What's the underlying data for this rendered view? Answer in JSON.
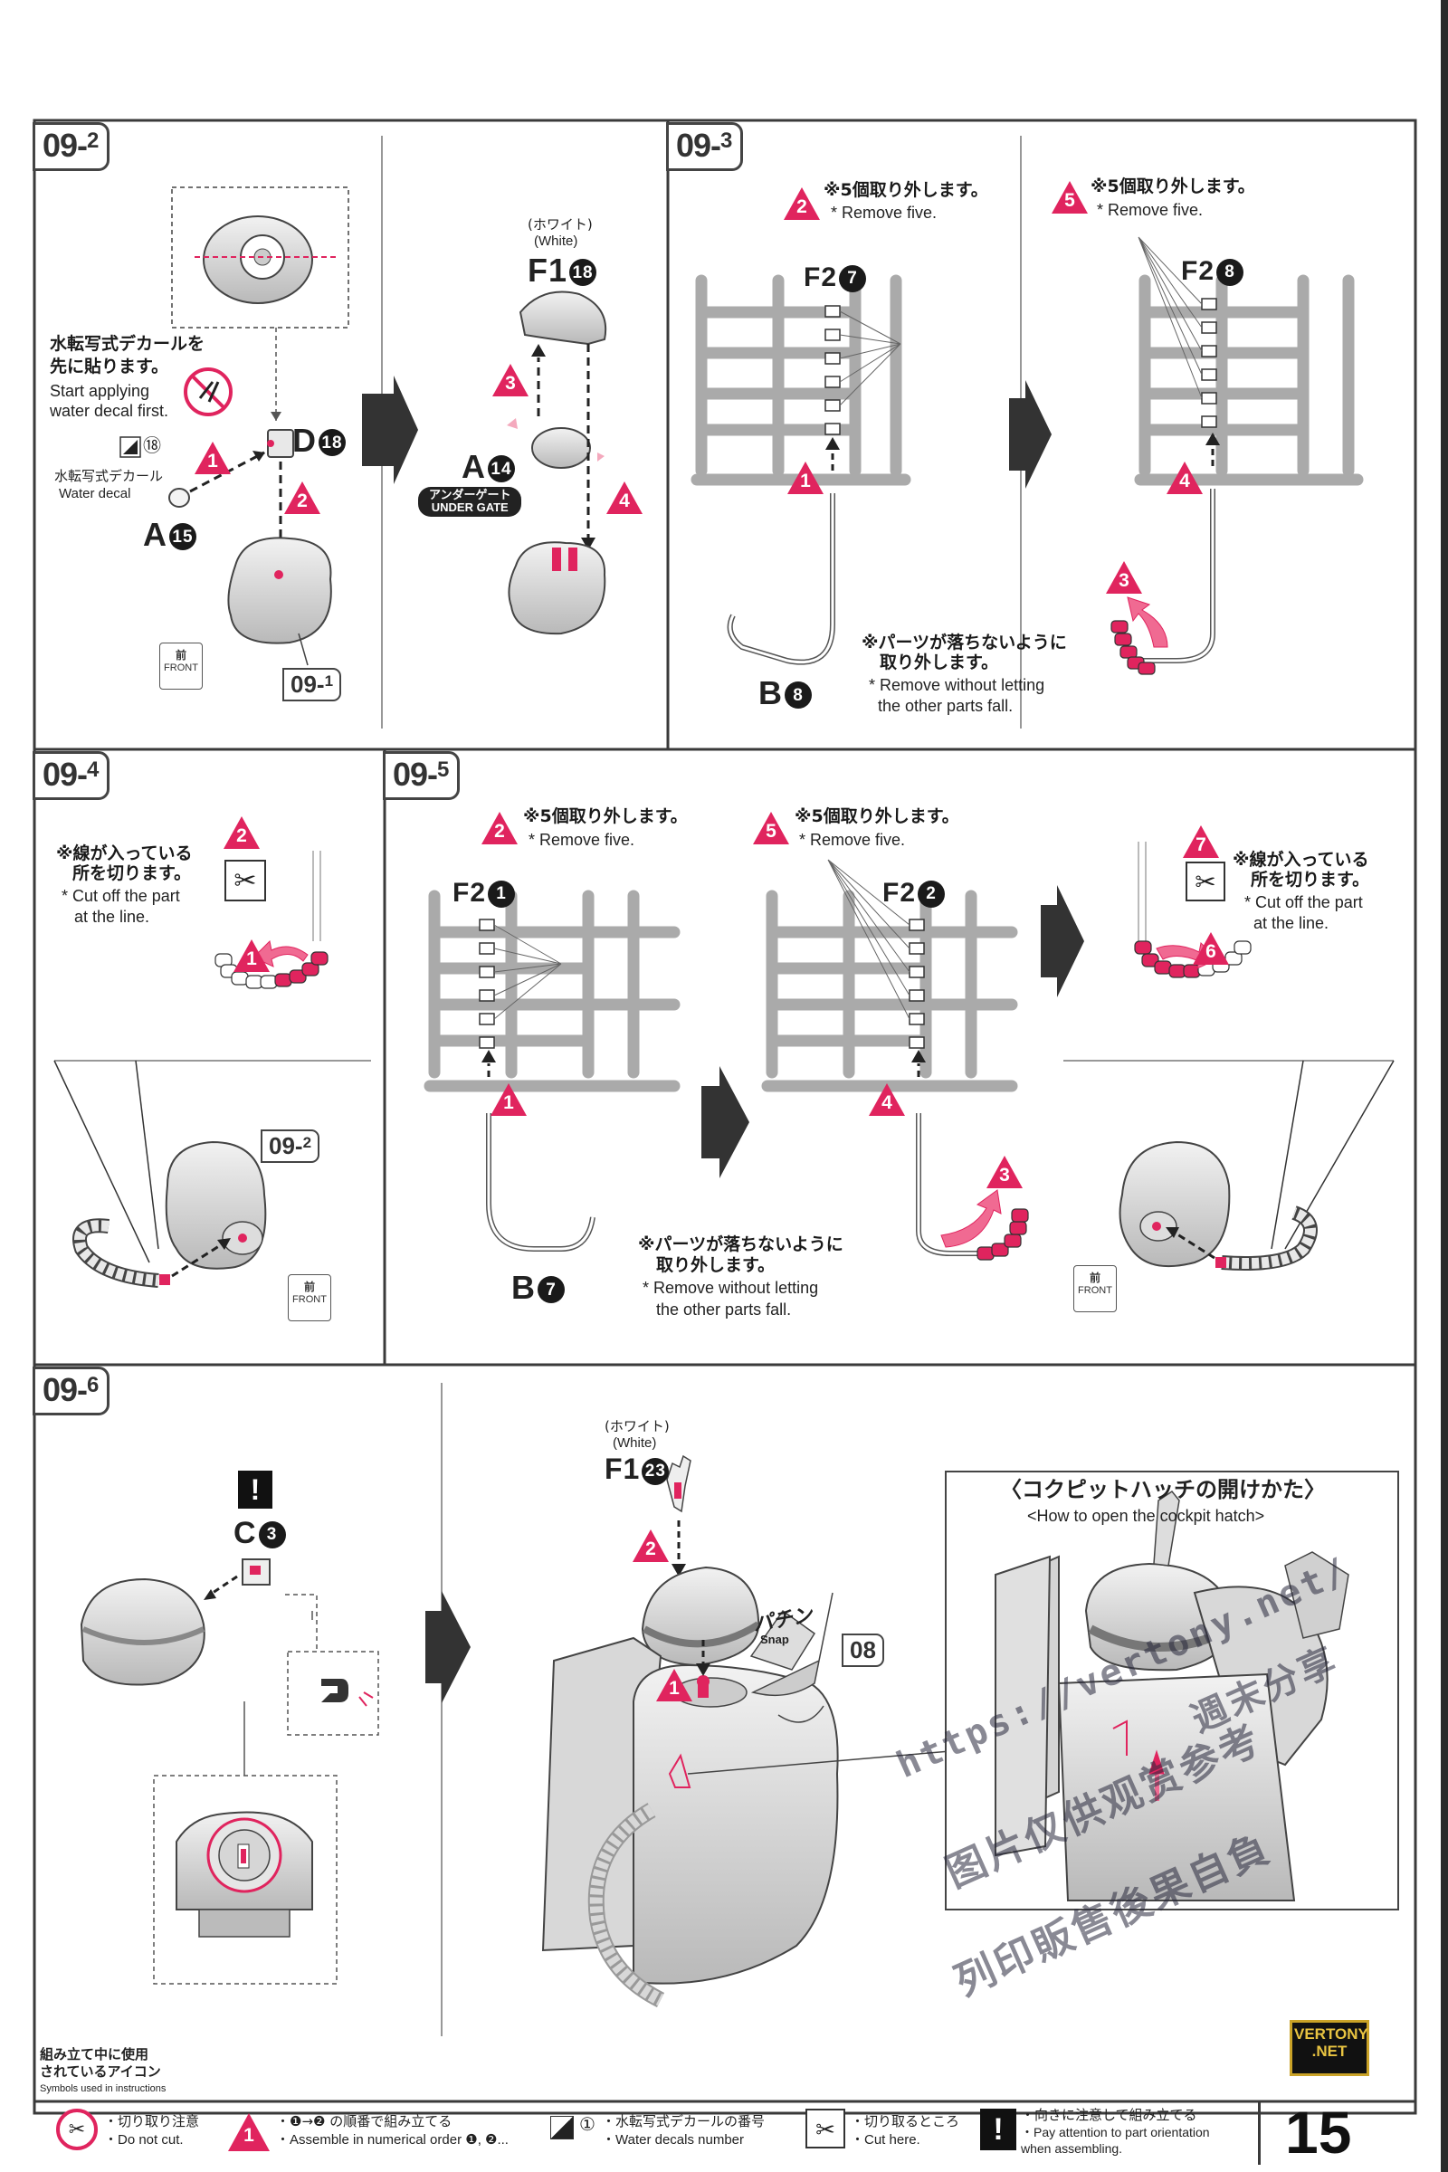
{
  "page_number": "15",
  "sections": {
    "s09_2": {
      "label": "09-",
      "sub": "2"
    },
    "s09_3": {
      "label": "09-",
      "sub": "3"
    },
    "s09_4": {
      "label": "09-",
      "sub": "4"
    },
    "s09_5": {
      "label": "09-",
      "sub": "5"
    },
    "s09_6": {
      "label": "09-",
      "sub": "6"
    }
  },
  "p092": {
    "decal_jp_1": "水転写式デカールを",
    "decal_jp_2": "先に貼ります。",
    "decal_en_1": "Start applying",
    "decal_en_2": "water decal first.",
    "decal_num": "⑱",
    "water_decal_jp": "水転写式デカール",
    "water_decal_en": "Water decal",
    "part_d": "D",
    "part_d_num": "18",
    "part_a": "A",
    "part_a_num": "15",
    "front_jp": "前",
    "front_en": "FRONT",
    "ref": "09-",
    "ref_sub": "1",
    "white_jp": "(ホワイト)",
    "white_en": "(White)",
    "part_f1": "F1",
    "part_f1_num": "18",
    "part_a2": "A",
    "part_a2_num": "14",
    "under_gate_jp": "アンダーゲート",
    "under_gate_en": "UNDER GATE",
    "steps": [
      "1",
      "2",
      "3",
      "4"
    ]
  },
  "p093": {
    "remove_jp": "※5個取り外します。",
    "remove_en": "* Remove five.",
    "part_f2a": "F2",
    "part_f2a_num": "7",
    "part_f2b": "F2",
    "part_f2b_num": "8",
    "part_b": "B",
    "part_b_num": "8",
    "note_jp_1": "※パーツが落ちないように",
    "note_jp_2": "取り外します。",
    "note_en_1": "* Remove without letting",
    "note_en_2": "the other parts fall.",
    "steps": [
      "1",
      "2",
      "3",
      "4",
      "5"
    ]
  },
  "p094": {
    "cut_jp_1": "※線が入っている",
    "cut_jp_2": "所を切ります。",
    "cut_en_1": "* Cut off the part",
    "cut_en_2": "at the line.",
    "ref": "09-",
    "ref_sub": "2",
    "front_jp": "前",
    "front_en": "FRONT",
    "steps": [
      "1",
      "2"
    ]
  },
  "p095": {
    "remove_jp": "※5個取り外します。",
    "remove_en": "* Remove five.",
    "part_f2a": "F2",
    "part_f2a_num": "1",
    "part_f2b": "F2",
    "part_f2b_num": "2",
    "part_b": "B",
    "part_b_num": "7",
    "note_jp_1": "※パーツが落ちないように",
    "note_jp_2": "取り外します。",
    "note_en_1": "* Remove without letting",
    "note_en_2": "the other parts fall.",
    "cut_jp_1": "※線が入っている",
    "cut_jp_2": "所を切ります。",
    "cut_en_1": "* Cut off the part",
    "cut_en_2": "at the line.",
    "front_jp": "前",
    "front_en": "FRONT",
    "steps": [
      "1",
      "2",
      "3",
      "4",
      "5",
      "6",
      "7"
    ]
  },
  "p096": {
    "part_c": "C",
    "part_c_num": "3",
    "white_jp": "(ホワイト)",
    "white_en": "(White)",
    "part_f1": "F1",
    "part_f1_num": "23",
    "snap_jp": "パチン",
    "snap_en": "Snap",
    "ref": "08",
    "cockpit_jp": "〈コクピットハッチの開けかた〉",
    "cockpit_en": "<How to open the cockpit hatch>",
    "steps": [
      "1",
      "2"
    ]
  },
  "watermark": {
    "line1": "https://vertony.net/",
    "line2": "週末分享",
    "line3": "图片仅供观赏参考",
    "line4": "列印販售後果自負"
  },
  "logo": {
    "line1": "VERTONY",
    "line2": ".NET"
  },
  "legend": {
    "title_jp_1": "組み立て中に使用",
    "title_jp_2": "されているアイコン",
    "title_en": "Symbols used in instructions",
    "nocut_jp": "・切り取り注意",
    "nocut_en": "・Do not cut.",
    "order_jp": "・❶→❷ の順番で組み立てる",
    "order_en": "・Assemble in numerical order ❶, ❷...",
    "decal_jp": "・水転写式デカールの番号",
    "decal_en": "・Water decals number",
    "decal_sym": "①",
    "cut_jp": "・切り取るところ",
    "cut_en": "・Cut here.",
    "orient_jp": "・向きに注意して組み立てる",
    "orient_en_1": "・Pay attention to part orientation",
    "orient_en_2": "when assembling.",
    "step_sym": "1"
  },
  "colors": {
    "accent": "#e0245e",
    "frame": "#3a3a3a",
    "part": "#d6d6d6"
  }
}
